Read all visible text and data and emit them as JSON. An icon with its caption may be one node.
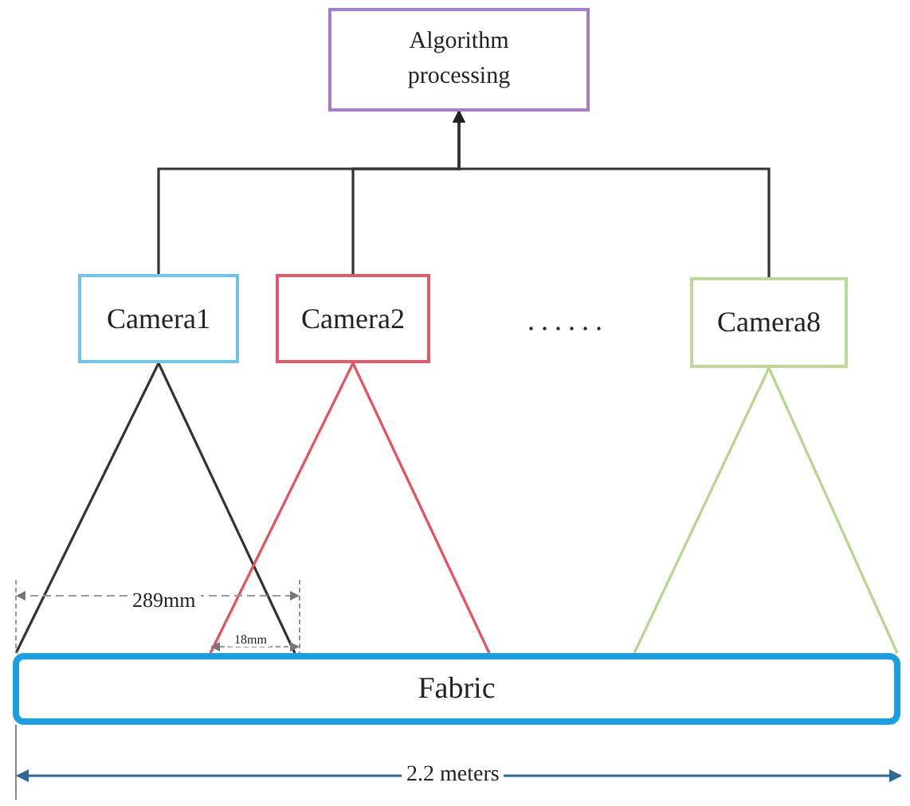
{
  "diagram": {
    "nodes": [
      {
        "text": [
          "Algorithm processing"
        ]
      },
      {
        "text": [
          "Camera1"
        ]
      },
      {
        "text": [
          "Camera2"
        ]
      },
      {
        "text": [
          "Camera8"
        ]
      },
      {
        "text": [
          "Fabric"
        ]
      }
    ],
    "edges": [
      {
        "from": 1,
        "to": 0,
        "arrow": "to"
      },
      {
        "from": 2,
        "to": 0,
        "arrow": "to"
      },
      {
        "from": 3,
        "to": 0,
        "arrow": "to"
      },
      {
        "from": 1,
        "to": 4,
        "arrow": "none"
      },
      {
        "from": 1,
        "to": 4,
        "arrow": "none"
      },
      {
        "from": 2,
        "to": 4,
        "arrow": "none",
        "color": "#e8505f"
      },
      {
        "from": 2,
        "to": 4,
        "arrow": "none",
        "color": "#e8505f"
      },
      {
        "from": 3,
        "to": 4,
        "arrow": "none",
        "color": "#b5d68c"
      },
      {
        "from": 3,
        "to": 4,
        "arrow": "none",
        "color": "#b5d68c"
      }
    ],
    "labels": [
      "......",
      "289mm",
      "18mm",
      "2.2 meters"
    ]
  }
}
